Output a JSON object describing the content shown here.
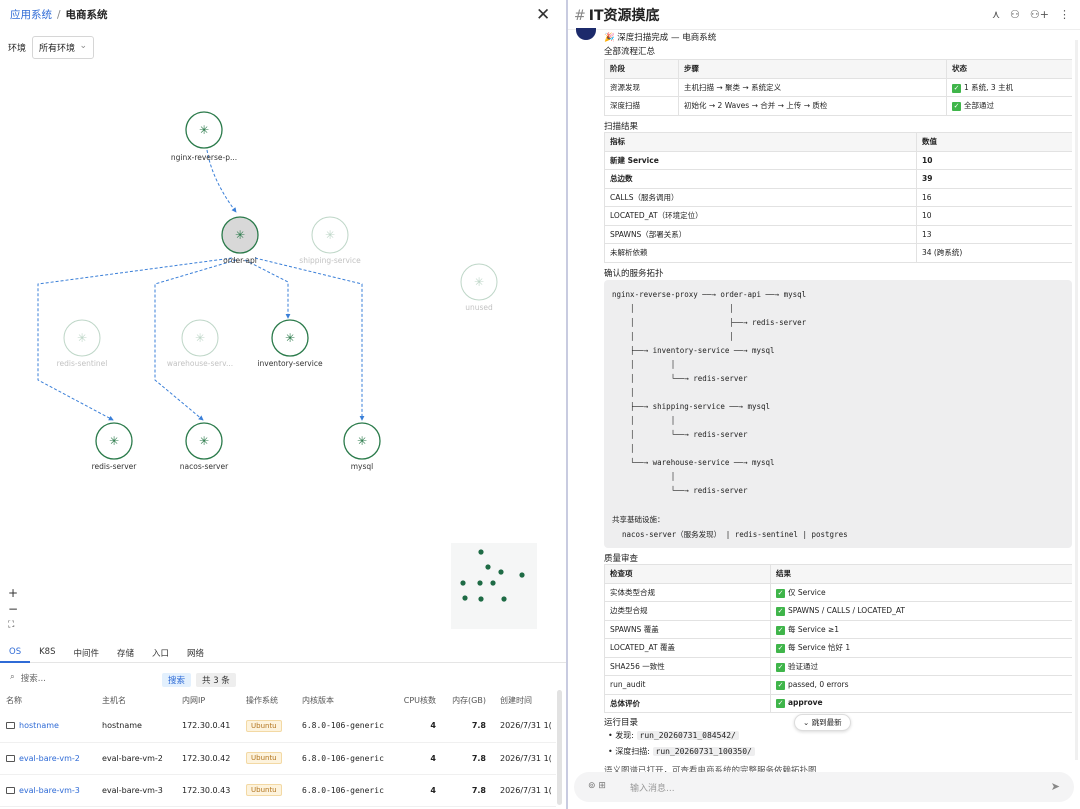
{
  "left": {
    "breadcrumb": {
      "root": "应用系统",
      "sep": "/",
      "current": "电商系统"
    },
    "env": {
      "label": "环境",
      "value": "所有环境",
      "chevron": "chevron-down-icon"
    },
    "graph": {
      "nodes": [
        {
          "id": "nginx",
          "label": "nginx-reverse-p..."
        },
        {
          "id": "order",
          "label": "order-api"
        },
        {
          "id": "shipping",
          "label": "shipping-service"
        },
        {
          "id": "unused",
          "label": "unused"
        },
        {
          "id": "sentinel",
          "label": "redis-sentinel"
        },
        {
          "id": "warehouse",
          "label": "warehouse-serv..."
        },
        {
          "id": "inventory",
          "label": "inventory-service"
        },
        {
          "id": "redis",
          "label": "redis-server"
        },
        {
          "id": "nacos",
          "label": "nacos-server"
        },
        {
          "id": "mysql",
          "label": "mysql"
        }
      ]
    },
    "zoom": {
      "in": "+",
      "out": "−",
      "fit": "⛶"
    },
    "tabs": [
      "OS",
      "K8S",
      "中间件",
      "存储",
      "入口",
      "网络"
    ],
    "toolbar": {
      "search_placeholder": "搜索...",
      "search_btn": "搜索",
      "count": "共 3 条"
    },
    "table": {
      "headers": [
        "名称",
        "主机名",
        "内网IP",
        "操作系统",
        "内核版本",
        "CPU核数",
        "内存(GB)",
        "创建时间"
      ],
      "rows": [
        {
          "name": "hostname",
          "host": "hostname",
          "ip": "172.30.0.41",
          "os": "Ubuntu",
          "kernel": "6.8.0-106-generic",
          "cpu": "4",
          "mem": "7.8",
          "created": "2026/7/31 1("
        },
        {
          "name": "eval-bare-vm-2",
          "host": "eval-bare-vm-2",
          "ip": "172.30.0.42",
          "os": "Ubuntu",
          "kernel": "6.8.0-106-generic",
          "cpu": "4",
          "mem": "7.8",
          "created": "2026/7/31 1("
        },
        {
          "name": "eval-bare-vm-3",
          "host": "eval-bare-vm-3",
          "ip": "172.30.0.43",
          "os": "Ubuntu",
          "kernel": "6.8.0-106-generic",
          "cpu": "4",
          "mem": "7.8",
          "created": "2026/7/31 1("
        }
      ]
    }
  },
  "right": {
    "title": "IT资源摸底",
    "header_icons": [
      "topology-icon",
      "users-icon",
      "add-user-icon",
      "more-icon"
    ],
    "msg_title": "深度扫描完成 — 电商系统",
    "sec1": "全部流程汇总",
    "flow": {
      "headers": [
        "阶段",
        "步骤",
        "状态"
      ],
      "rows": [
        [
          "资源发现",
          "主机扫描 → 聚类 → 系统定义",
          "1 系统, 3 主机"
        ],
        [
          "深度扫描",
          "初始化 → 2 Waves → 合并 → 上传 → 质检",
          "全部通过"
        ]
      ]
    },
    "sec2": "扫描结果",
    "results": {
      "headers": [
        "指标",
        "数值"
      ],
      "rows": [
        [
          "新建 Service",
          "10"
        ],
        [
          "总边数",
          "39"
        ],
        [
          "CALLS（服务调用）",
          "16"
        ],
        [
          "LOCATED_AT（环境定位）",
          "10"
        ],
        [
          "SPAWNS（部署关系）",
          "13"
        ],
        [
          "未解析依赖",
          "34 (跨系统)"
        ]
      ]
    },
    "sec3": "确认的服务拓扑",
    "topology_lines": [
      "nginx-reverse-proxy ──→ order-api ──→ mysql",
      "    │                     │",
      "    │                     ├──→ redis-server",
      "    │                     │",
      "    ├──→ inventory-service ──→ mysql",
      "    │        │",
      "    │        └──→ redis-server",
      "    │",
      "    ├──→ shipping-service ──→ mysql",
      "    │        │",
      "    │        └──→ redis-server",
      "    │",
      "    └──→ warehouse-service ──→ mysql",
      "             │",
      "             └──→ redis-server"
    ],
    "shared_label": "共享基础设施：",
    "shared_value": "nacos-server（服务发现） | redis-sentinel | postgres",
    "sec4": "质量审查",
    "qa": {
      "headers": [
        "检查项",
        "结果"
      ],
      "rows": [
        [
          "实体类型合规",
          "仅 Service"
        ],
        [
          "边类型合规",
          "SPAWNS / CALLS / LOCATED_AT"
        ],
        [
          "SPAWNS 覆盖",
          "每 Service ≥1"
        ],
        [
          "LOCATED_AT 覆盖",
          "每 Service 恰好 1"
        ],
        [
          "SHA256 一致性",
          "验证通过"
        ],
        [
          "run_audit",
          "passed, 0 errors"
        ],
        [
          "总体评价",
          "approve"
        ]
      ]
    },
    "sec5": "运行目录",
    "runs": [
      {
        "label": "发现:",
        "value": "run_20260731_084542/"
      },
      {
        "label": "深度扫描:",
        "value": "run_20260731_100350/"
      }
    ],
    "jump": "跳到最新",
    "trailing": "语义图谱已打开，可查看电商系统的完整服务依赖拓扑图",
    "input_placeholder": "输入消息..."
  },
  "colors": {
    "accent": "#2f6bd6",
    "node": "#2a7a4a",
    "edge": "#3a7fd8",
    "check": "#3fb54a"
  }
}
